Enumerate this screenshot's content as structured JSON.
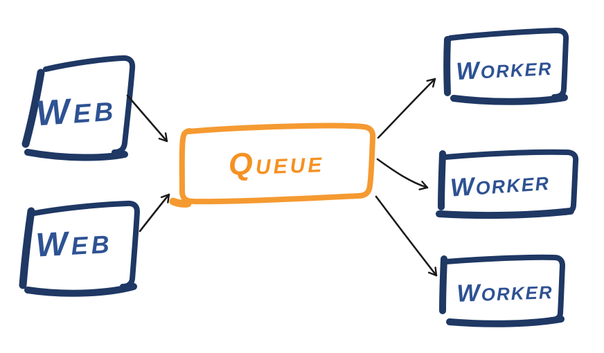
{
  "diagram": {
    "type": "flow-sketch",
    "background": "#ffffff",
    "colors": {
      "box_stroke": "#1f3864",
      "box_label_text": "#2e5293",
      "queue_stroke": "#f59a31",
      "queue_label_text": "#f59122",
      "arrow": "#1a1a1a"
    },
    "nodes": {
      "web1": {
        "label": "WEB"
      },
      "web2": {
        "label": "WEB"
      },
      "queue": {
        "label": "QUEUE"
      },
      "worker1": {
        "label": "WORKER"
      },
      "worker2": {
        "label": "WORKER"
      },
      "worker3": {
        "label": "WORKER"
      }
    },
    "edges": [
      {
        "from": "web1",
        "to": "queue"
      },
      {
        "from": "web2",
        "to": "queue"
      },
      {
        "from": "queue",
        "to": "worker1"
      },
      {
        "from": "queue",
        "to": "worker2"
      },
      {
        "from": "queue",
        "to": "worker3"
      }
    ]
  }
}
